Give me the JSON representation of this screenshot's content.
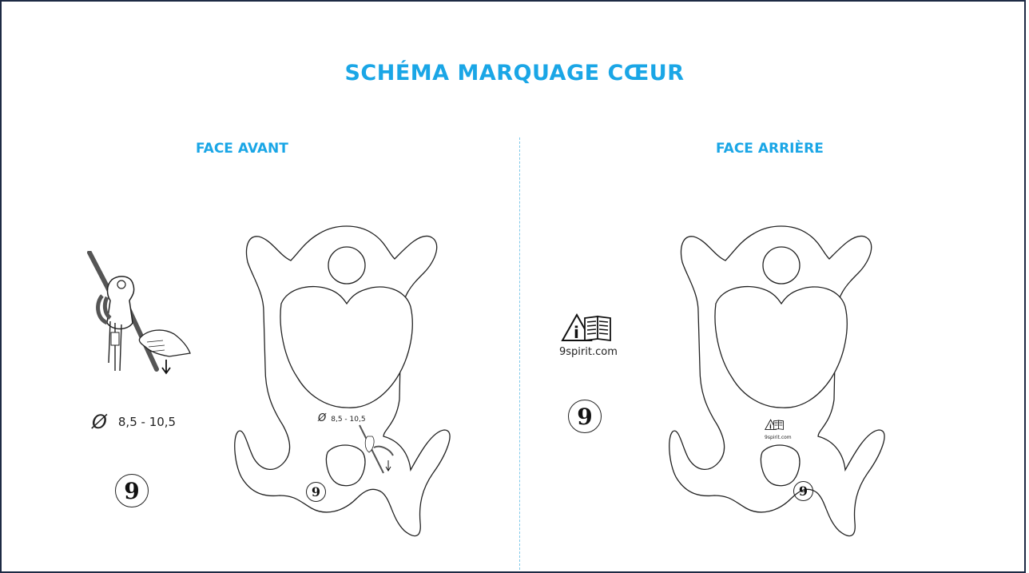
{
  "title": "SCHÉMA MARQUAGE CŒUR",
  "front": {
    "label": "FACE AVANT",
    "diameter_range": "8,5 - 10,5",
    "engraved_diameter_range": "8,5 - 10,5",
    "logo_glyph": "9"
  },
  "back": {
    "label": "FACE ARRIÈRE",
    "website": "9spirit.com",
    "engraved_website": "9spirit.com",
    "logo_glyph": "9"
  },
  "colors": {
    "accent": "#1aa6e6",
    "frame": "#1d2a44",
    "line": "#222222"
  },
  "icons": [
    "belay-usage-icon",
    "read-manual-icon",
    "brand-logo-icon",
    "diameter-icon"
  ]
}
